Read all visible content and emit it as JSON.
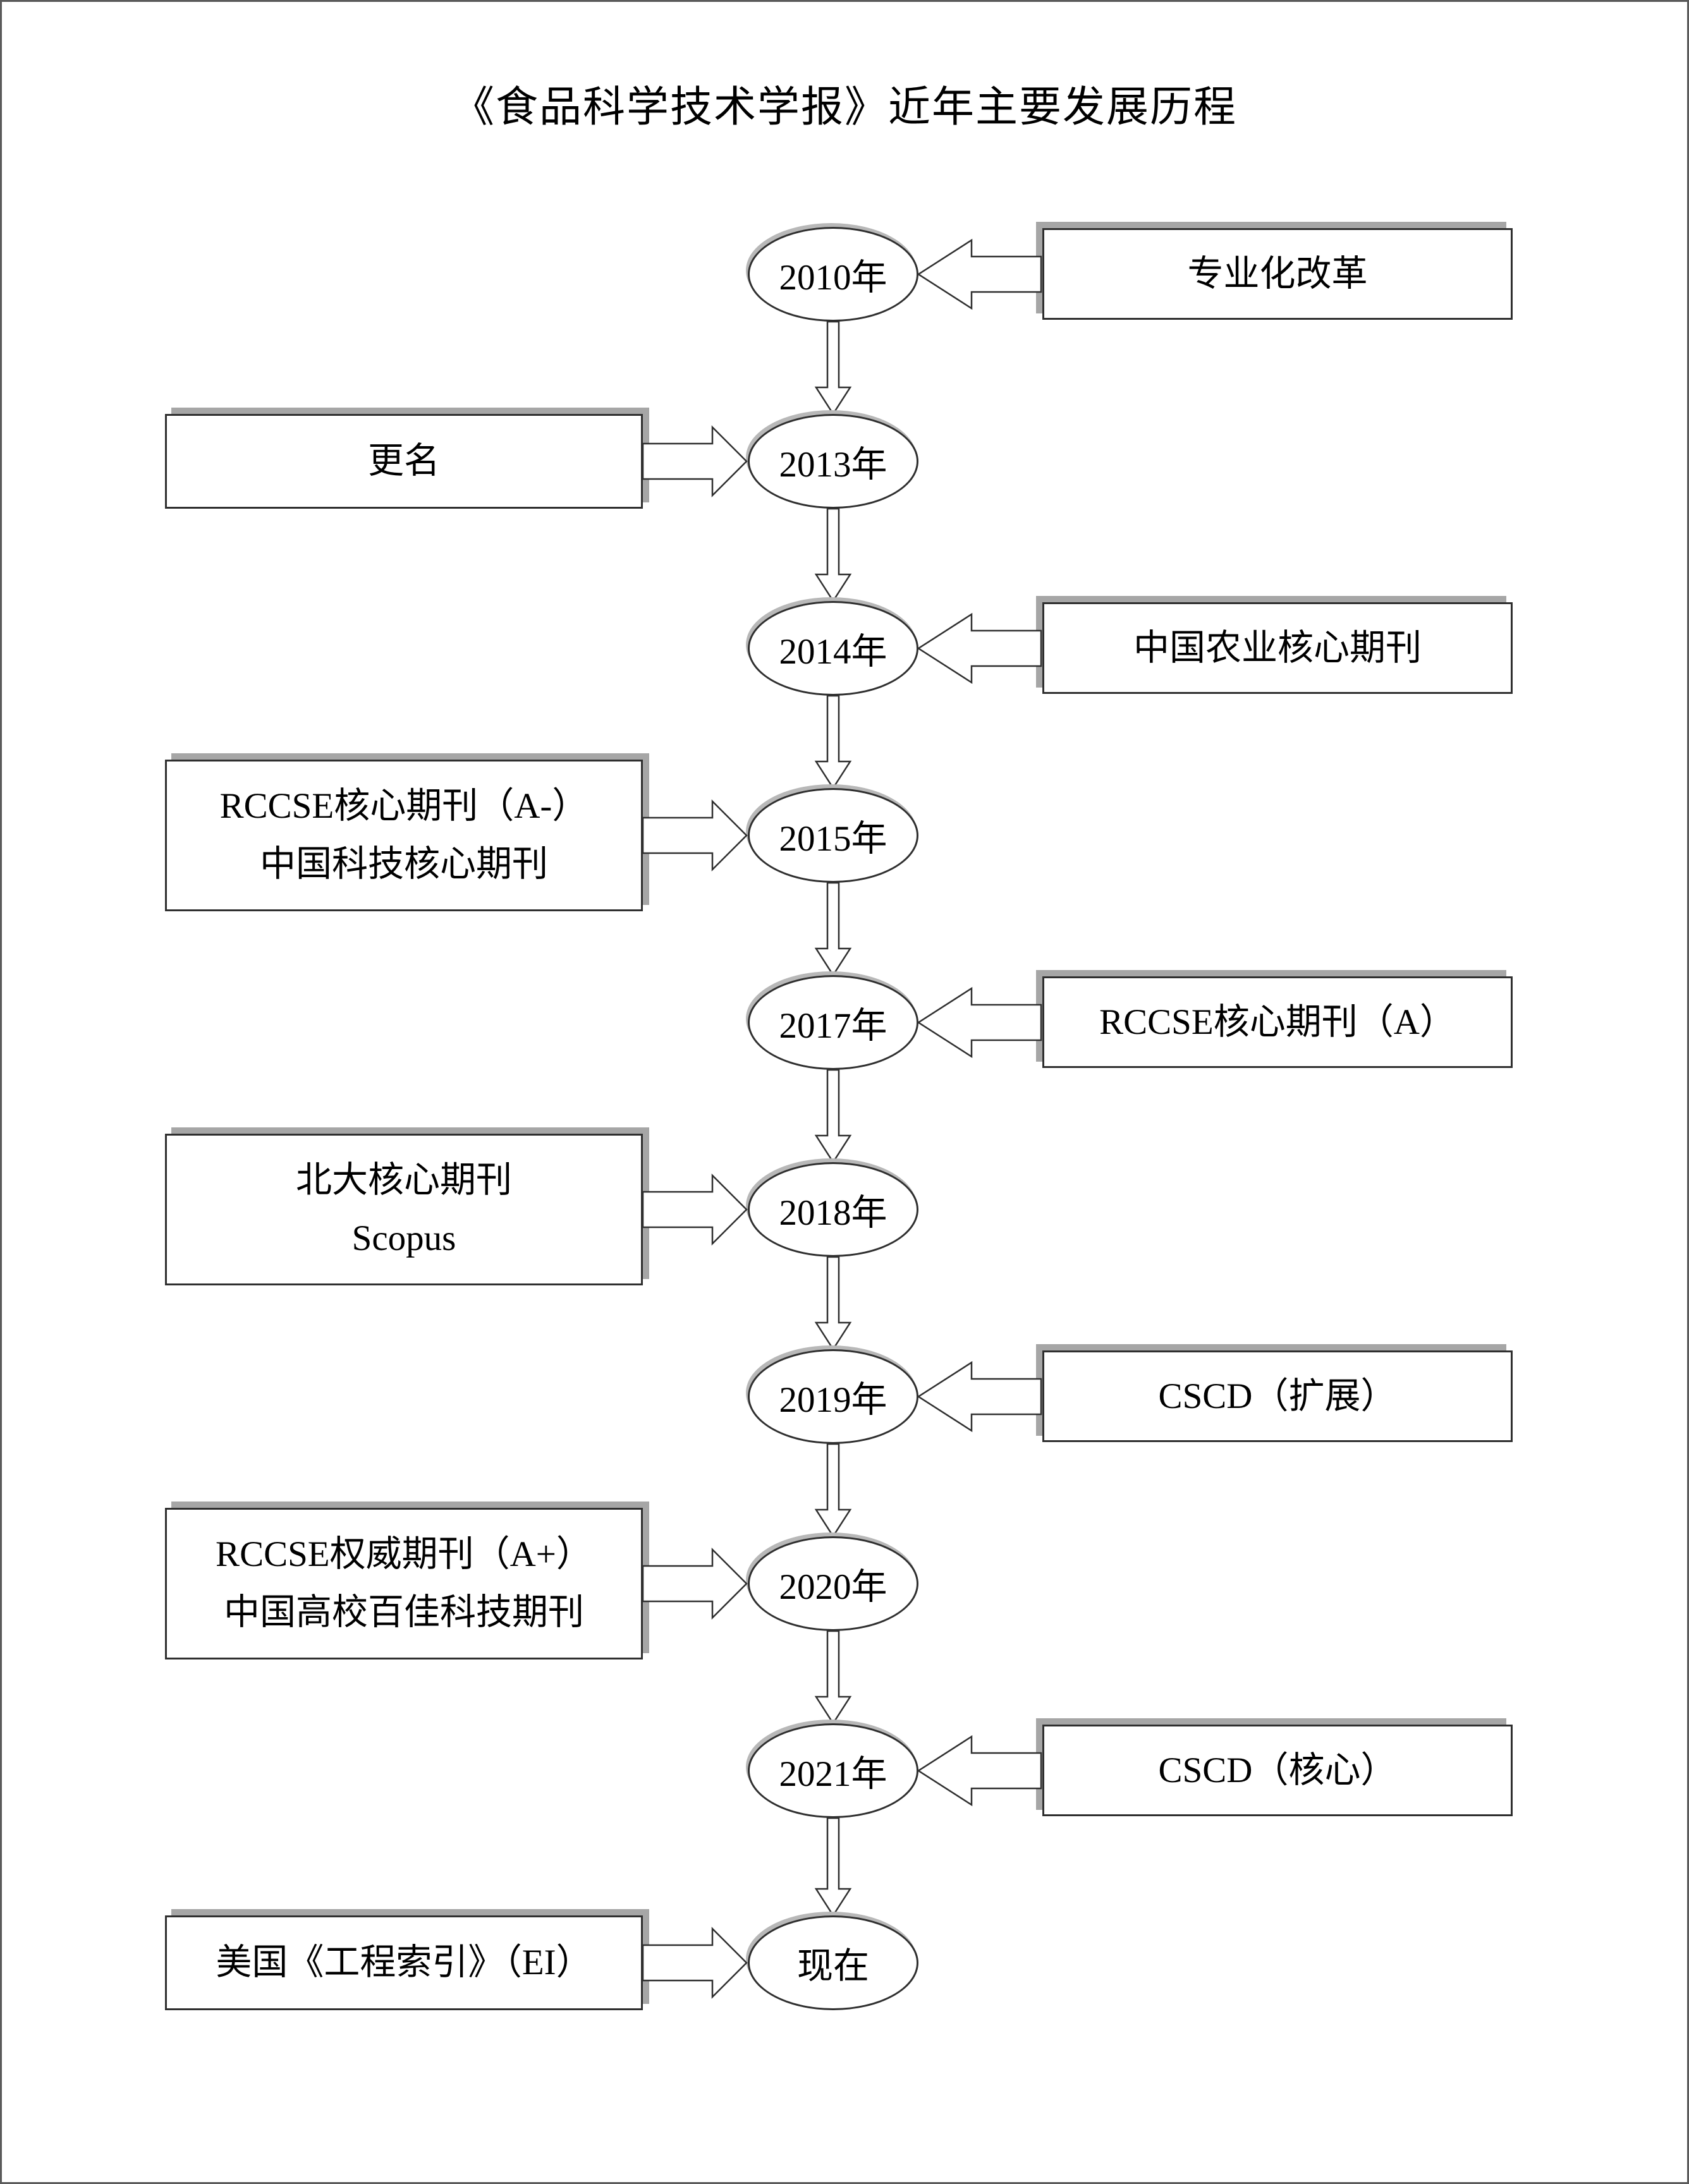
{
  "page": {
    "title": "《食品科学技术学报》近年主要发展历程"
  },
  "palette": {
    "box_shadow_gray": "#a6a6a6",
    "outline_black": "#2f2f2f",
    "background": "#ffffff"
  },
  "timeline": {
    "nodes": [
      {
        "year_label": "2010年",
        "milestone": {
          "side": "right",
          "line1": "专业化改革"
        }
      },
      {
        "year_label": "2013年",
        "milestone": {
          "side": "left",
          "line1": "更名"
        }
      },
      {
        "year_label": "2014年",
        "milestone": {
          "side": "right",
          "line1": "中国农业核心期刊"
        }
      },
      {
        "year_label": "2015年",
        "milestone": {
          "side": "left",
          "line1": "RCCSE核心期刊（A-）",
          "line2": "中国科技核心期刊"
        }
      },
      {
        "year_label": "2017年",
        "milestone": {
          "side": "right",
          "line1": "RCCSE核心期刊（A）"
        }
      },
      {
        "year_label": "2018年",
        "milestone": {
          "side": "left",
          "line1": "北大核心期刊",
          "line2": "Scopus"
        }
      },
      {
        "year_label": "2019年",
        "milestone": {
          "side": "right",
          "line1": "CSCD（扩展）"
        }
      },
      {
        "year_label": "2020年",
        "milestone": {
          "side": "left",
          "line1": "RCCSE权威期刊（A+）",
          "line2": "中国高校百佳科技期刊"
        }
      },
      {
        "year_label": "2021年",
        "milestone": {
          "side": "right",
          "line1": "CSCD（核心）"
        }
      },
      {
        "year_label": "现在",
        "milestone": {
          "side": "left",
          "line1": "美国《工程索引》（EI）"
        }
      }
    ]
  }
}
